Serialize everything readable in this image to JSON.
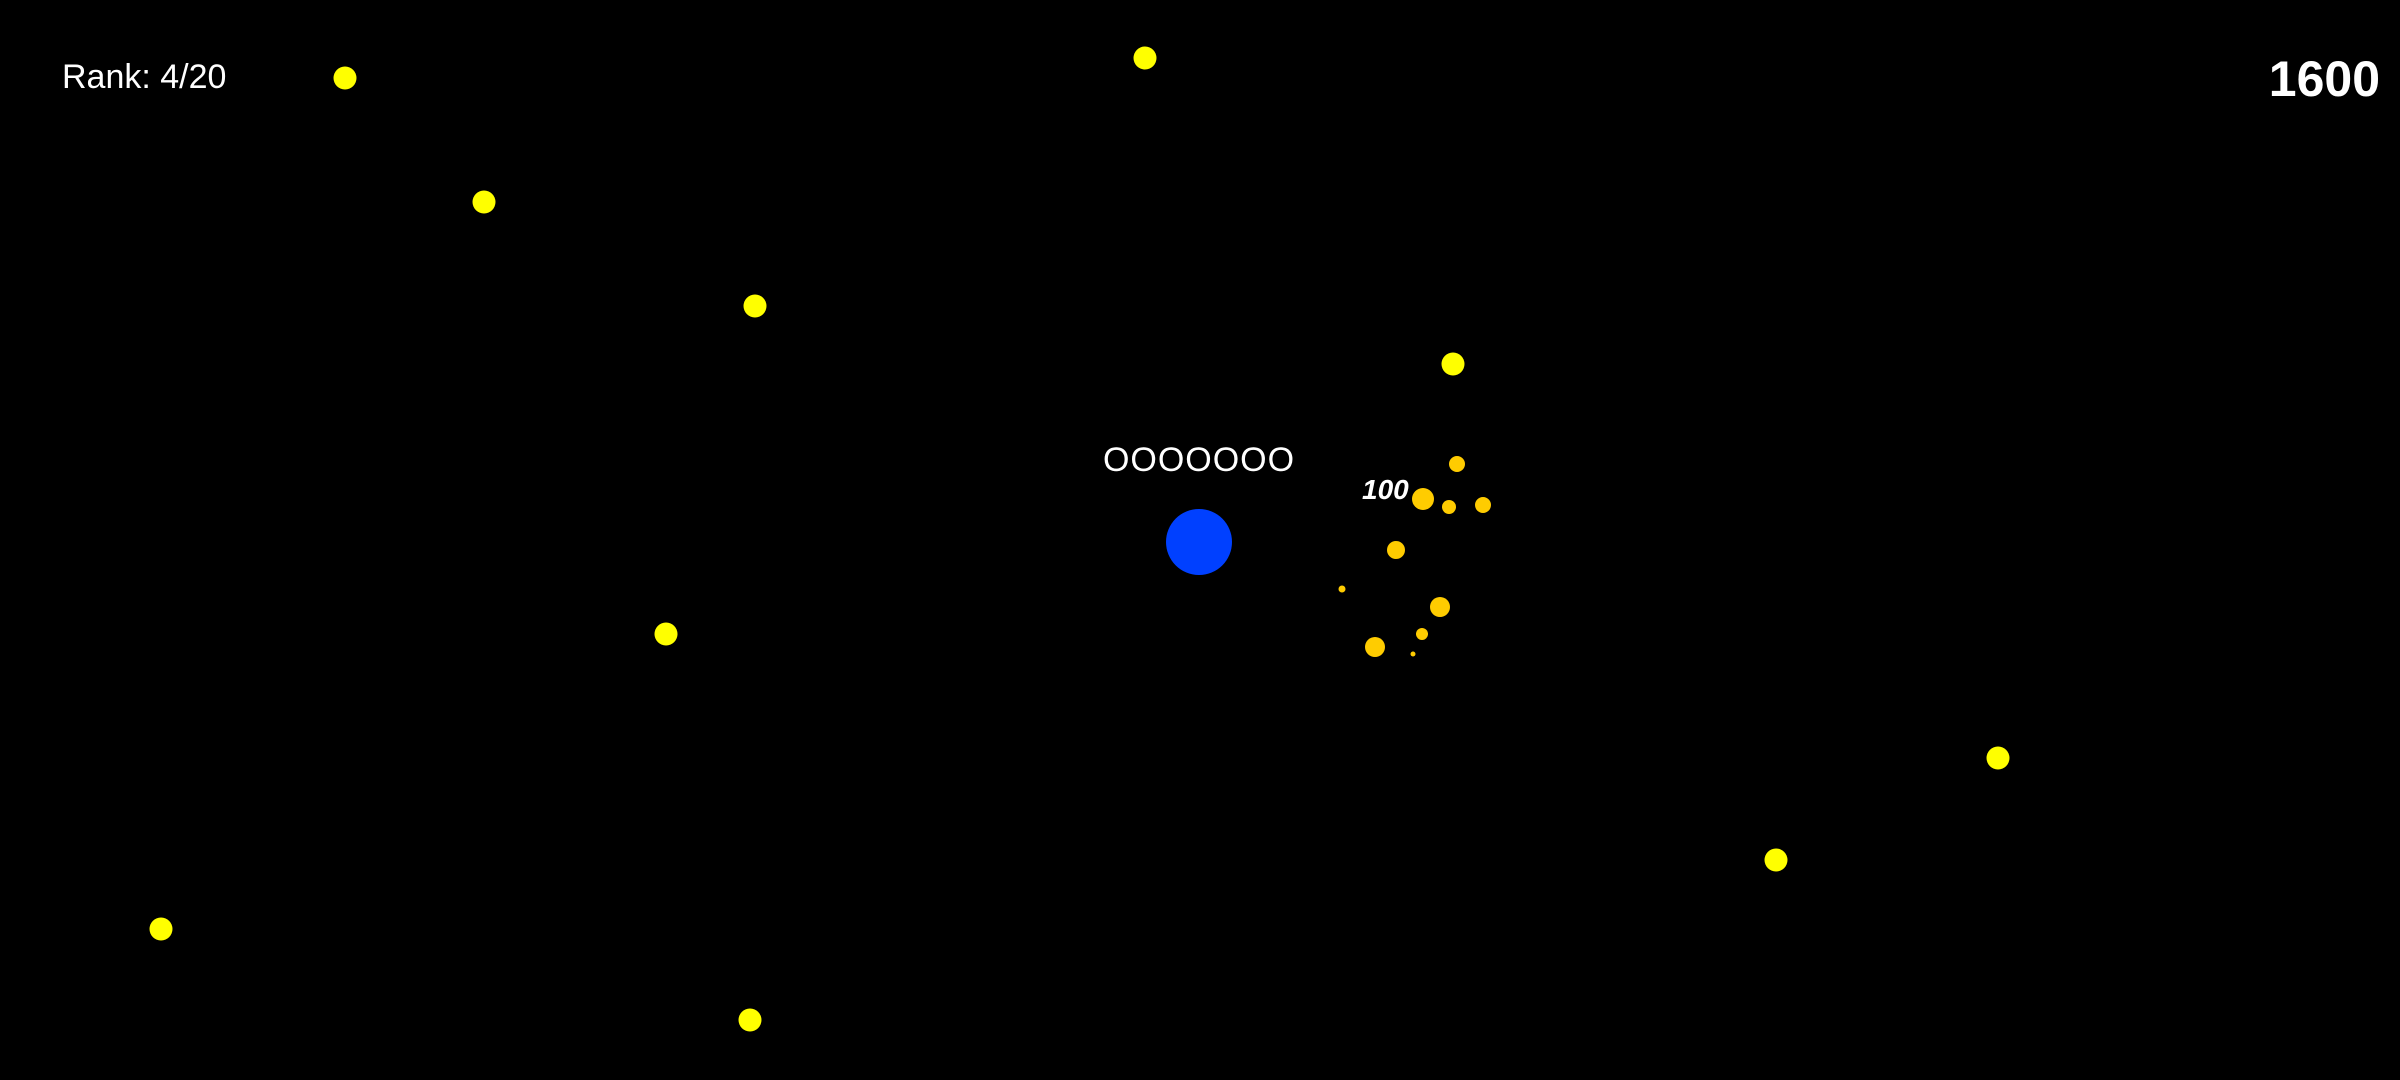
{
  "hud": {
    "rank_label": "Rank: 4/20",
    "score": "1600"
  },
  "player": {
    "name": "OOOOOOO",
    "color": "#0040ff"
  },
  "score_popup": "100",
  "colors": {
    "food": "#ffff00",
    "pellet": "#ffcc00",
    "background": "#000000"
  }
}
